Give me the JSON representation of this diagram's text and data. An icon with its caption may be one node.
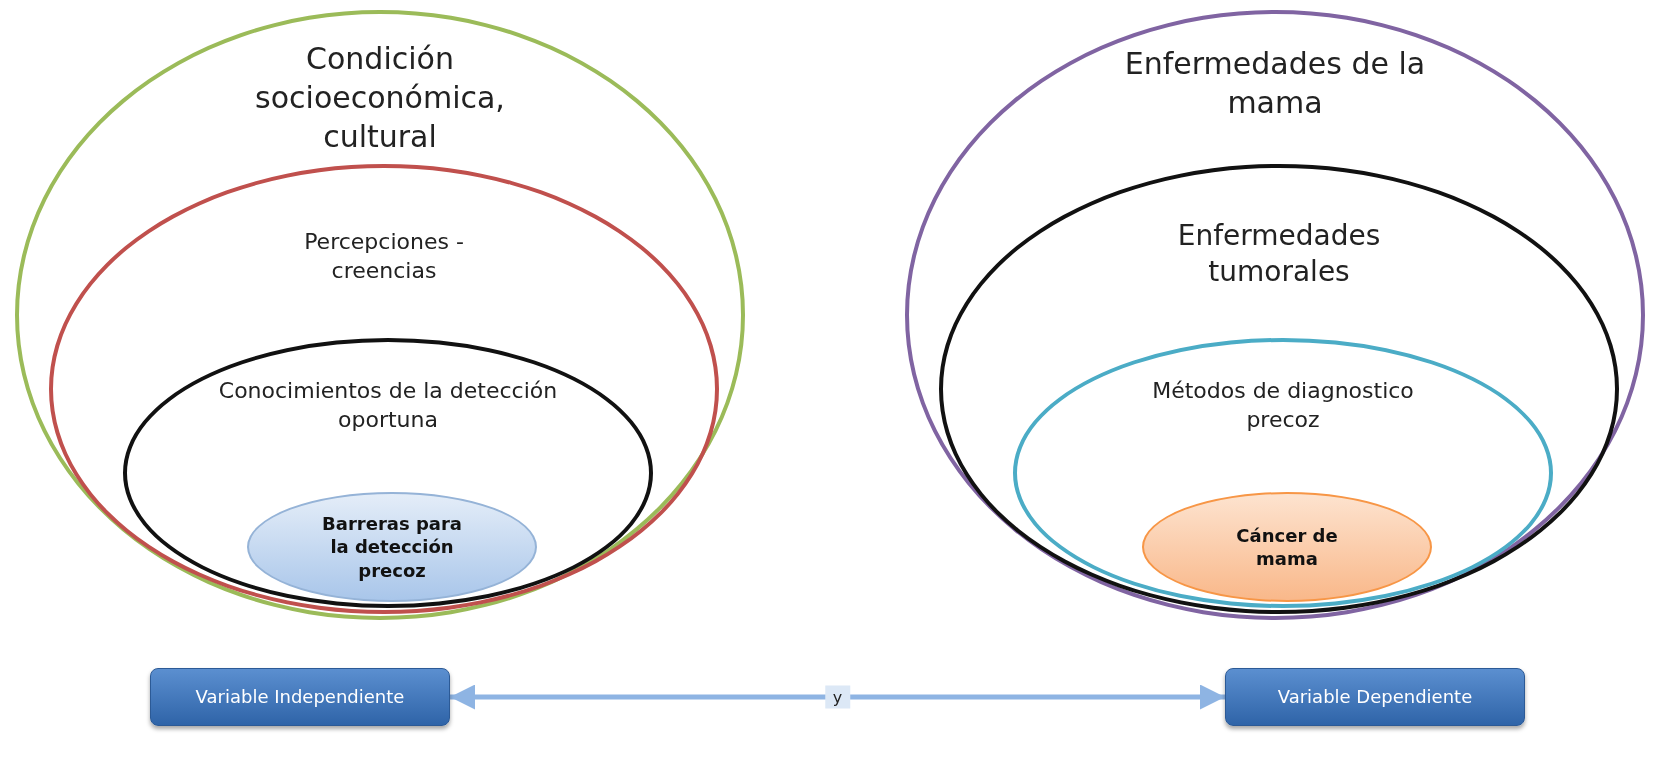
{
  "diagram": {
    "nodes": [
      {
        "text": [
          "Condición socioeconómica, cultural"
        ]
      },
      {
        "text": [
          "Percepciones - creencias"
        ],
        "in": 0
      },
      {
        "text": [
          "Conocimientos de la detección oportuna"
        ],
        "in": 1
      },
      {
        "text": [
          "Barreras para la detección precoz"
        ],
        "in": 2
      },
      {
        "text": [
          "Enfermedades de la mama"
        ]
      },
      {
        "text": [
          "Enfermedades tumorales"
        ],
        "in": 4
      },
      {
        "text": [
          "Métodos de diagnostico precoz"
        ],
        "in": 5
      },
      {
        "text": [
          "Cáncer de mama"
        ],
        "in": 6
      },
      {
        "text": [
          "Variable Independiente"
        ]
      },
      {
        "text": [
          "Variable Dependiente"
        ]
      }
    ],
    "edges": [
      {
        "from": 8,
        "to": 9,
        "arrow": "both",
        "label": "y"
      }
    ]
  }
}
